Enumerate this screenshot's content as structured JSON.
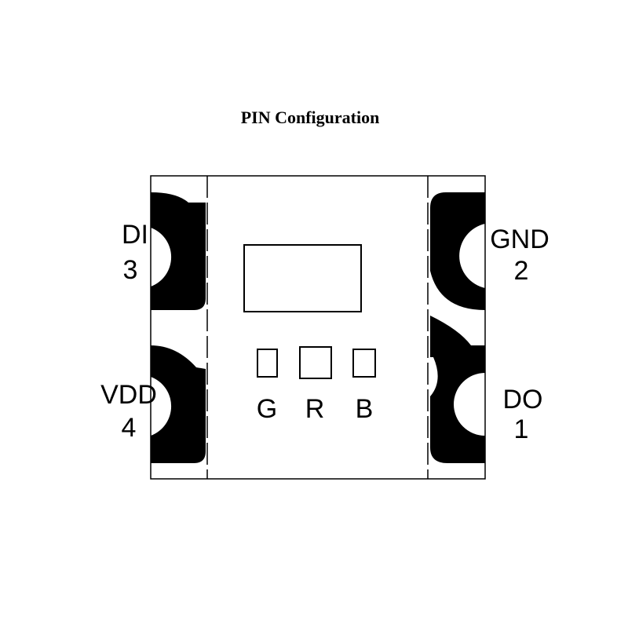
{
  "title": "PIN Configuration",
  "pins": [
    {
      "name": "DI",
      "number": "3"
    },
    {
      "name": "GND",
      "number": "2"
    },
    {
      "name": "VDD",
      "number": "4"
    },
    {
      "name": "DO",
      "number": "1"
    }
  ],
  "leds": [
    "G",
    "R",
    "B"
  ]
}
